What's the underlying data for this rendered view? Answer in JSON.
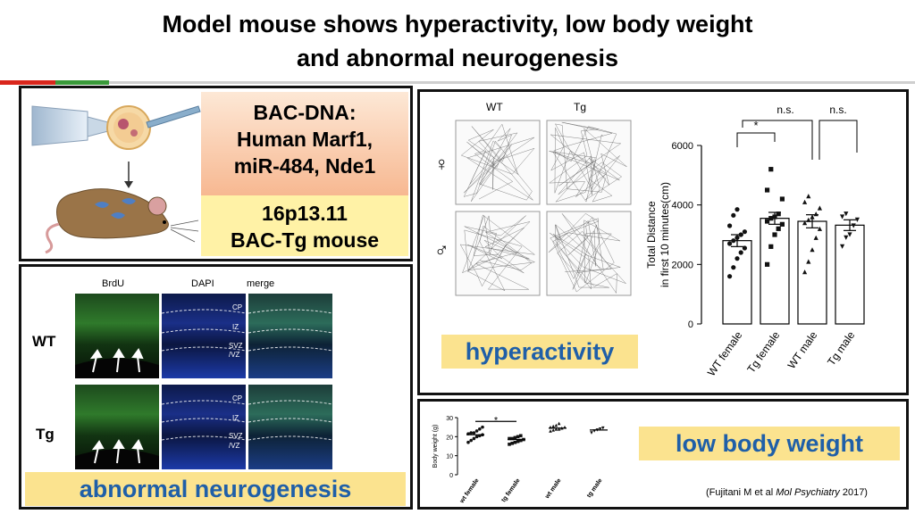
{
  "title": {
    "line1": "Model mouse shows hyperactivity, low body weight",
    "line2": "and abnormal neurogenesis"
  },
  "colors": {
    "accent_red": "#d9261c",
    "accent_green": "#3a9a3a",
    "tag_bg": "#fbe38f",
    "tag_text": "#1f5fa8"
  },
  "construct": {
    "bac_title": "BAC-DNA:",
    "bac_line1": "Human Marf1,",
    "bac_line2": "miR-484, Nde1",
    "tg_line1": "16p13.11",
    "tg_line2": "BAC-Tg mouse"
  },
  "neuro": {
    "col_brdu": "BrdU",
    "col_dapi": "DAPI",
    "col_merge": "merge",
    "row_wt": "WT",
    "row_tg": "Tg",
    "layer_cp": "CP",
    "layer_iz": "IZ",
    "layer_svz": "SVZ",
    "layer_vz": "/VZ",
    "label": "abnormal neurogenesis"
  },
  "activity": {
    "col_wt": "WT",
    "col_tg": "Tg",
    "female_symbol": "♀",
    "male_symbol": "♂",
    "label": "hyperactivity",
    "sig_star": "*",
    "sig_ns1": "n.s.",
    "sig_ns2": "n.s."
  },
  "weight": {
    "label": "low body weight",
    "sig_star": "*",
    "citation_pre": "(Fujitani M et al ",
    "citation_journal": "Mol Psychiatry",
    "citation_post": " 2017)"
  },
  "chart_data": [
    {
      "type": "bar",
      "ylabel": "Total Distance in first 10 minutes(cm)",
      "ylim": [
        0,
        6000
      ],
      "yticks": [
        0,
        2000,
        4000,
        6000
      ],
      "categories": [
        "WT female",
        "Tg female",
        "WT male",
        "Tg male"
      ],
      "values": [
        2800,
        3550,
        3450,
        3320
      ],
      "errors": [
        200,
        200,
        220,
        180
      ],
      "markers": [
        "circle",
        "square",
        "triangle",
        "triangle-down"
      ],
      "points": [
        [
          1600,
          1900,
          2200,
          2400,
          2550,
          2700,
          2800,
          2900,
          3000,
          3100,
          3300,
          3650,
          3850
        ],
        [
          2000,
          2600,
          3000,
          3200,
          3350,
          3450,
          3550,
          3600,
          3700,
          4200,
          4500,
          5200
        ],
        [
          1750,
          2100,
          2500,
          2900,
          3200,
          3400,
          3500,
          3600,
          3700,
          3900,
          4100,
          4300
        ],
        [
          2600,
          2900,
          3000,
          3300,
          3500,
          3600,
          3700
        ]
      ],
      "grid": false
    },
    {
      "type": "scatter",
      "ylabel": "Body weight (g)",
      "ylim": [
        0,
        30
      ],
      "yticks": [
        0,
        10,
        20,
        30
      ],
      "categories": [
        "wt female",
        "tg female",
        "wt male",
        "tg male"
      ],
      "means": [
        21,
        18.5,
        24.5,
        23.5
      ],
      "points": [
        [
          17,
          18,
          19,
          20,
          20.5,
          21,
          21.5,
          22,
          22,
          23,
          24,
          25
        ],
        [
          16,
          16.5,
          17,
          17.5,
          18,
          18.5,
          19,
          19,
          19.5,
          20,
          20.5
        ],
        [
          23,
          23.5,
          24,
          24,
          24.5,
          25,
          25,
          25.5,
          26,
          27
        ],
        [
          22,
          23,
          23.5,
          24,
          24.5
        ]
      ],
      "grid": false
    }
  ]
}
